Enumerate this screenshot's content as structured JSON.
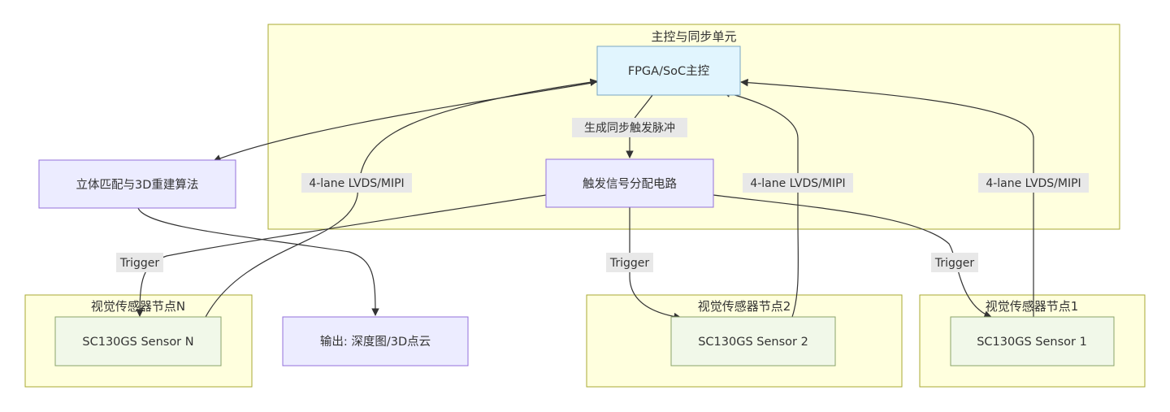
{
  "clusters": {
    "master": "主控与同步单元",
    "node_n": "视觉传感器节点N",
    "node_2": "视觉传感器节点2",
    "node_1": "视觉传感器节点1"
  },
  "nodes": {
    "fpga": "FPGA/SoC主控",
    "trigger_dist": "触发信号分配电路",
    "stereo": "立体匹配与3D重建算法",
    "output": "输出: 深度图/3D点云",
    "sensor_n": "SC130GS Sensor N",
    "sensor_2": "SC130GS Sensor 2",
    "sensor_1": "SC130GS Sensor 1"
  },
  "edge_labels": {
    "sync_pulse": "生成同步触发脉冲",
    "lvds_n": "4-lane LVDS/MIPI",
    "lvds_2": "4-lane LVDS/MIPI",
    "lvds_1": "4-lane LVDS/MIPI",
    "trigger_n": "Trigger",
    "trigger_2": "Trigger",
    "trigger_1": "Trigger"
  }
}
